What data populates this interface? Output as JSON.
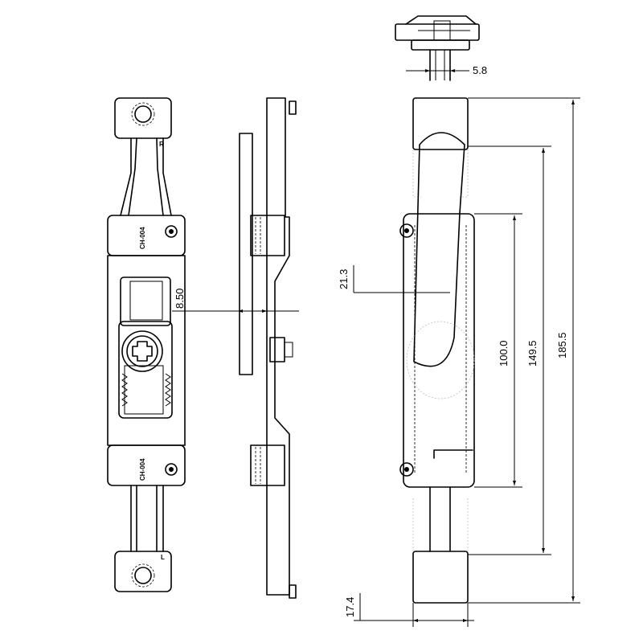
{
  "drawing": {
    "dimensions": {
      "top_gap": "5.8",
      "side_offset": "8.50",
      "top_offset": "21.3",
      "inner_span": "100.0",
      "mid_span": "149.5",
      "overall_length": "185.5",
      "end_height": "17.4"
    },
    "part_marks": {
      "upper_code": "CH-004",
      "lower_code": "CH-004",
      "right_mark": "R",
      "left_mark": "L"
    }
  }
}
